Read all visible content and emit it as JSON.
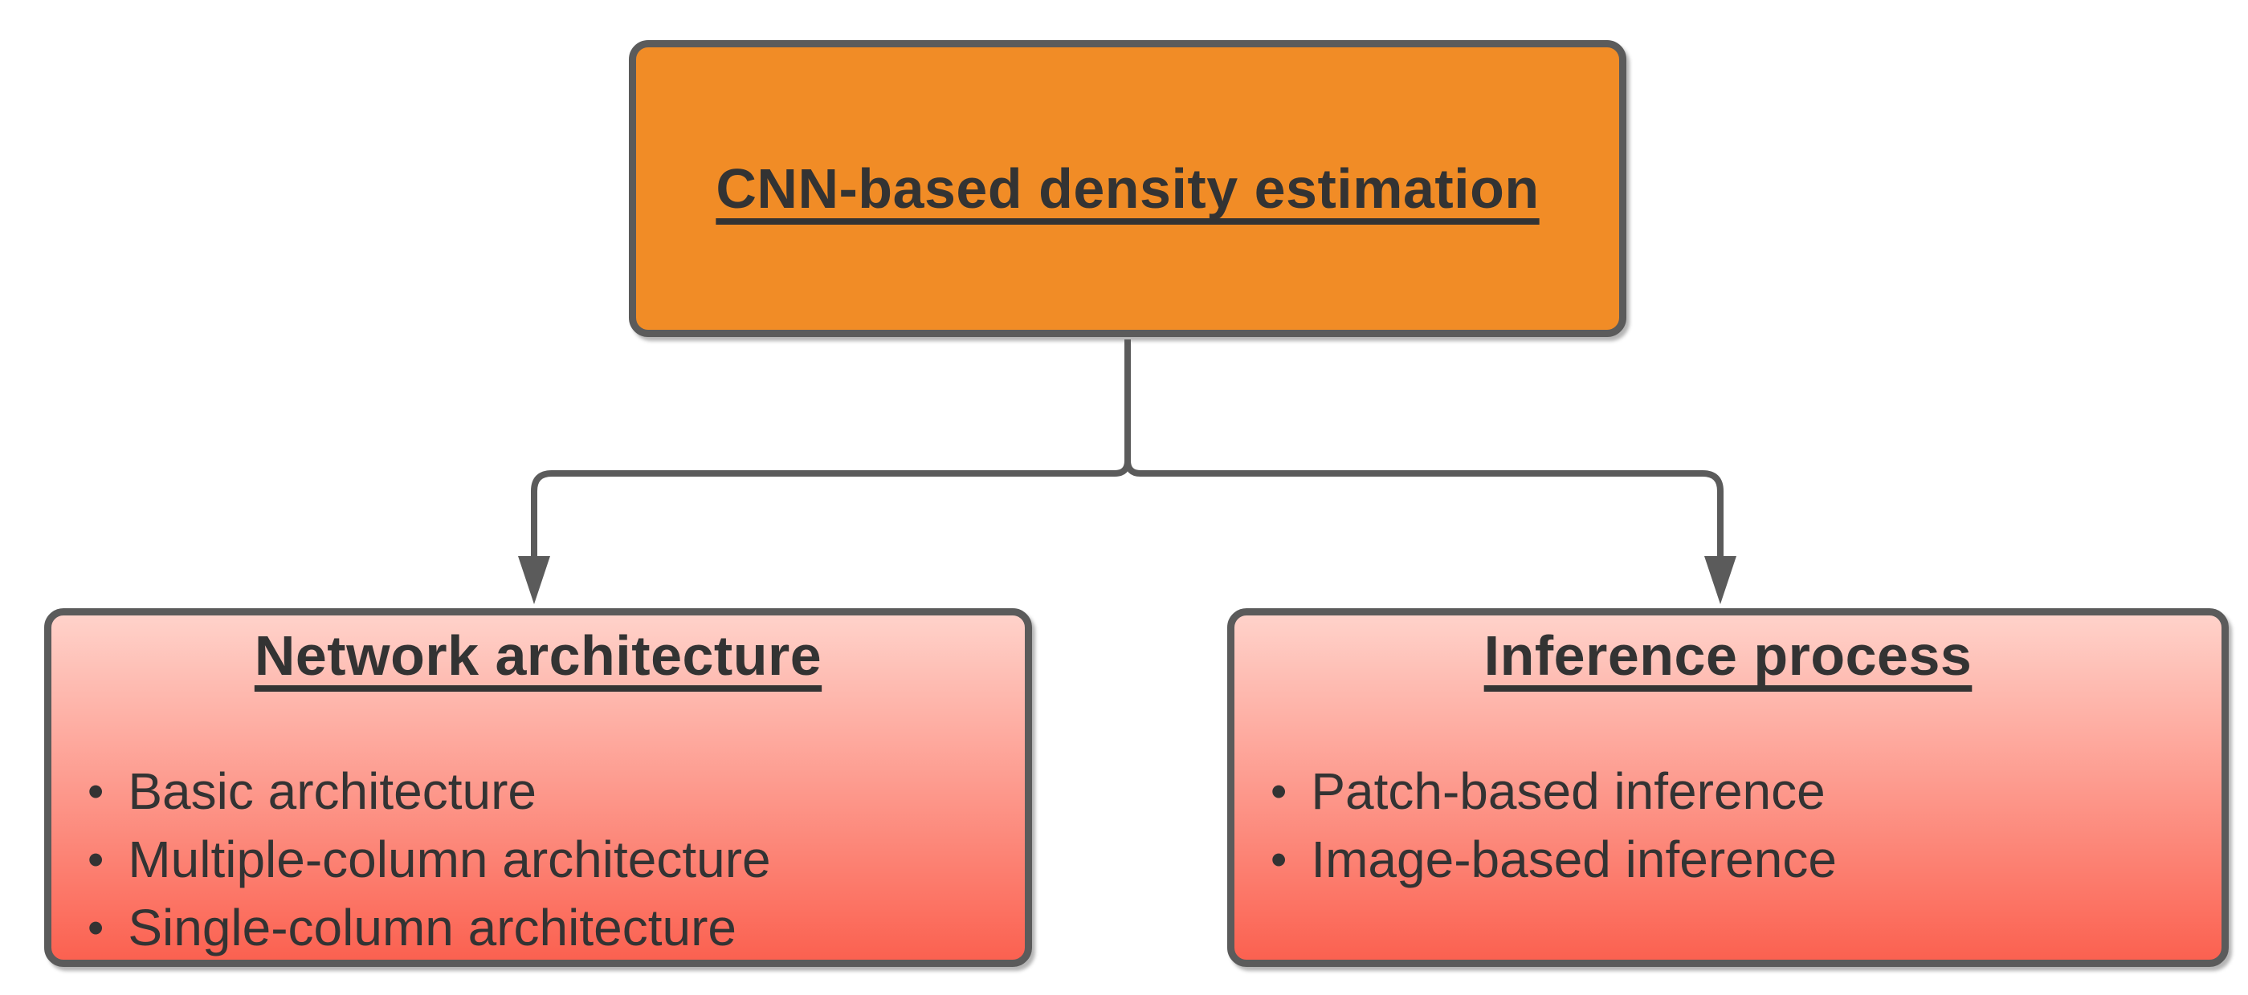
{
  "diagram": {
    "root": {
      "title": "CNN-based density estimation"
    },
    "children": [
      {
        "title": "Network architecture",
        "bullet_char": "•",
        "items": [
          "Basic architecture",
          "Multiple-column architecture",
          "Single-column architecture"
        ]
      },
      {
        "title": "Inference process",
        "bullet_char": "•",
        "items": [
          "Patch-based inference",
          "Image-based inference"
        ]
      }
    ]
  },
  "colors": {
    "background": "#FFFFFF",
    "root_fill": "#F18C26",
    "child_fill_top": "#FFD2CA",
    "child_fill_bottom": "#FB6150",
    "border": "#5B5B5B",
    "connector": "#5B5B5B",
    "text": "#333333"
  }
}
